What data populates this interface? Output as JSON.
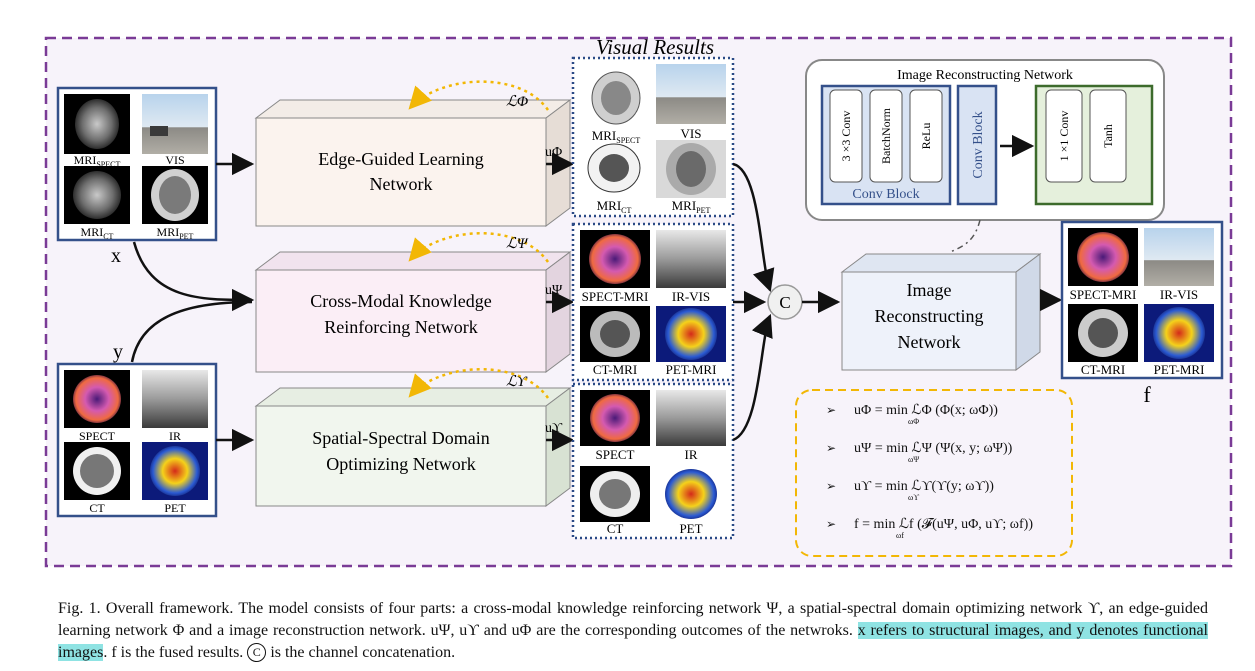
{
  "title": "Visual Results",
  "inputs_x": {
    "var": "x",
    "labels": [
      "MRI",
      "VIS",
      "MRI",
      "MRI"
    ],
    "subs": [
      "SPECT",
      "",
      "CT",
      "PET"
    ]
  },
  "inputs_y": {
    "var": "y",
    "labels": [
      "SPECT",
      "IR",
      "CT",
      "PET"
    ]
  },
  "networks": {
    "edge": [
      "Edge-Guided Learning",
      "Network"
    ],
    "cross": [
      "Cross-Modal Knowledge",
      "Reinforcing Network"
    ],
    "spatial": [
      "Spatial-Spectral Domain",
      "Optimizing Network"
    ],
    "recon": [
      "Image",
      "Reconstructing",
      "Network"
    ]
  },
  "losses": {
    "phi": "ℒΦ",
    "psi": "ℒΨ",
    "ups": "ℒϒ"
  },
  "outputs": {
    "phi": "uΦ",
    "psi": "uΨ",
    "ups": "uϒ"
  },
  "results_phi": {
    "labels": [
      "MRI",
      "VIS",
      "MRI",
      "MRI"
    ],
    "subs": [
      "SPECT",
      "",
      "CT",
      "PET"
    ]
  },
  "results_psi": {
    "labels": [
      "SPECT-MRI",
      "IR-VIS",
      "CT-MRI",
      "PET-MRI"
    ]
  },
  "results_ups": {
    "labels": [
      "SPECT",
      "IR",
      "CT",
      "PET"
    ]
  },
  "concat": "C",
  "recon_panel": {
    "title": "Image Reconstructing Network",
    "conv_block_label": "Conv Block",
    "layers": [
      "3 ×3 Conv",
      "BatchNorm",
      "ReLu"
    ],
    "conv_block_vertical": "Conv Block",
    "final_layers": [
      "1 ×1 Conv",
      "Tanh"
    ]
  },
  "fused": {
    "var": "f",
    "labels": [
      "SPECT-MRI",
      "IR-VIS",
      "CT-MRI",
      "PET-MRI"
    ]
  },
  "equations": [
    "uΦ = min ℒΦ (Φ(x; ωΦ))",
    "uΨ = min ℒΨ (Ψ(x, y; ωΨ))",
    "uϒ = min ℒϒ(ϒ(y; ωϒ))",
    "f = min ℒf (𝓕(uΨ, uΦ, uϒ; ωf))"
  ],
  "equation_subs": [
    "ωΦ",
    "ωΨ",
    "ωϒ",
    "ωf"
  ],
  "caption": {
    "part1": "Fig. 1.  Overall framework. The model consists of four parts: a cross-modal knowledge reinforcing network Ψ, a spatial-spectral domain optimizing network ϒ, an edge-guided learning network Φ and a image reconstruction network. uΨ, uϒ and uΦ are the corresponding outcomes of the netwroks. ",
    "highlight1": "x refers to structural images, and y denotes functional images",
    "part2": ". f is the fused results. ",
    "circled": "C",
    "part3": " is the channel concatenation."
  },
  "colors": {
    "dashed_border": "#7a3b96",
    "background": "#f7f3fa",
    "blue_frame": "#34508a",
    "dotted_frame": "#2a4a86",
    "loss_arrow": "#f2b705",
    "eq_border": "#f2b705",
    "edge_face": "#fbf3ee",
    "cross_face": "#fbeef6",
    "spatial_face": "#f1f6ee",
    "recon_face": "#eef2fa",
    "highlight": "#8fe3e3",
    "conv_block_fill": "#d9e3f3",
    "final_block_fill": "#e5f0dc",
    "final_block_border": "#3d6b2c"
  }
}
